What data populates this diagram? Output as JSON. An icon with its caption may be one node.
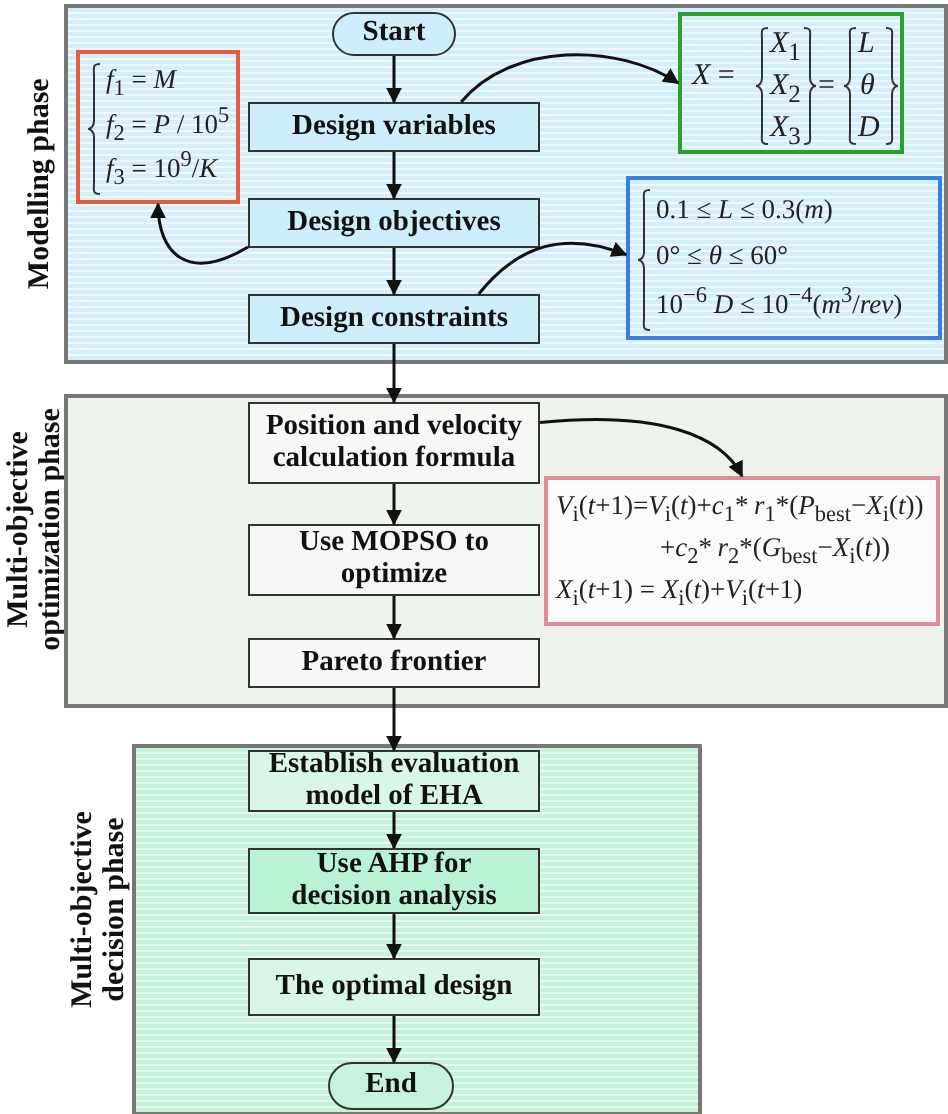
{
  "diagram": {
    "nodes": [
      {
        "text": [],
        "shape": "box",
        "beside": [
          "Modelling phase"
        ]
      },
      {
        "text": [
          "Start"
        ],
        "in": 0
      },
      {
        "text": [
          "*f*$_{1}$ = *M*",
          "*f*$_{2}$ = *P* / 10$^{5}$",
          "*f*$_{3}$ = 10$^{9}$/*K*"
        ],
        "in": 0
      },
      {
        "text": [
          "Design variables"
        ],
        "in": 0
      },
      {
        "text": [
          "*X* =",
          "*X*$_{1}$",
          "*X*$_{2}$",
          "*X*$_{3}$",
          "=",
          "*L*",
          "*θ*",
          "*D*"
        ],
        "in": 0
      },
      {
        "text": [
          "Design objectives"
        ],
        "in": 0
      },
      {
        "text": [
          "0.1 ≤ *L* ≤ 0.3(*m*)",
          "0° ≤ *θ* ≤ 60°",
          "10$^{−6}$ *D* ≤ 10$^{−4}$(*m*$^{3}$/*rev*)"
        ],
        "in": 0
      },
      {
        "text": [
          "Design constraints"
        ],
        "in": 0
      },
      {
        "text": [],
        "shape": "box",
        "beside": [
          "Multi-objective optimization phase"
        ]
      },
      {
        "text": [
          "Position and velocity calculation formula"
        ],
        "in": 8
      },
      {
        "text": [
          "*V*$_{i}$(*t*+1)=*V*$_{i}$(*t*)+*c*$_{1}$* *r*$_{1}$*(*P*$_{best}$−*X*$_{i}$(*t*))",
          "+*c*$_{2}$* *r*$_{2}$*(*G*$_{best}$−*X*$_{i}$(*t*))",
          "*X*$_{i}$(*t*+1) = *X*$_{i}$(*t*)+*V*$_{i}$(*t*+1)"
        ],
        "in": 8
      },
      {
        "text": [
          "Use MOPSO to optimize"
        ],
        "in": 8
      },
      {
        "text": [
          "Pareto frontier"
        ],
        "in": 8
      },
      {
        "text": [],
        "shape": "box",
        "beside": [
          "Multi-objective decision phase"
        ]
      },
      {
        "text": [
          "Establish evaluation model of EHA"
        ],
        "in": 13
      },
      {
        "text": [
          "Use AHP for decision analysis"
        ],
        "in": 13
      },
      {
        "text": [
          "The optimal design"
        ],
        "in": 13
      },
      {
        "text": [
          "End"
        ],
        "in": 13
      }
    ],
    "edges": [
      {
        "from": 1,
        "to": 3,
        "arrow": "to"
      },
      {
        "from": 3,
        "to": 4,
        "arrow": "to"
      },
      {
        "from": 3,
        "to": 5,
        "arrow": "to"
      },
      {
        "from": 5,
        "to": 2,
        "arrow": "to"
      },
      {
        "from": 5,
        "to": 7,
        "arrow": "to"
      },
      {
        "from": 7,
        "to": 6,
        "arrow": "to"
      },
      {
        "from": 7,
        "to": 9,
        "arrow": "to"
      },
      {
        "from": 9,
        "to": 10,
        "arrow": "to"
      },
      {
        "from": 9,
        "to": 11,
        "arrow": "to"
      },
      {
        "from": 11,
        "to": 12,
        "arrow": "to"
      },
      {
        "from": 12,
        "to": 14,
        "arrow": "to"
      },
      {
        "from": 14,
        "to": 15,
        "arrow": "to"
      },
      {
        "from": 15,
        "to": 16,
        "arrow": "to"
      },
      {
        "from": 16,
        "to": 17,
        "arrow": "to"
      }
    ]
  }
}
